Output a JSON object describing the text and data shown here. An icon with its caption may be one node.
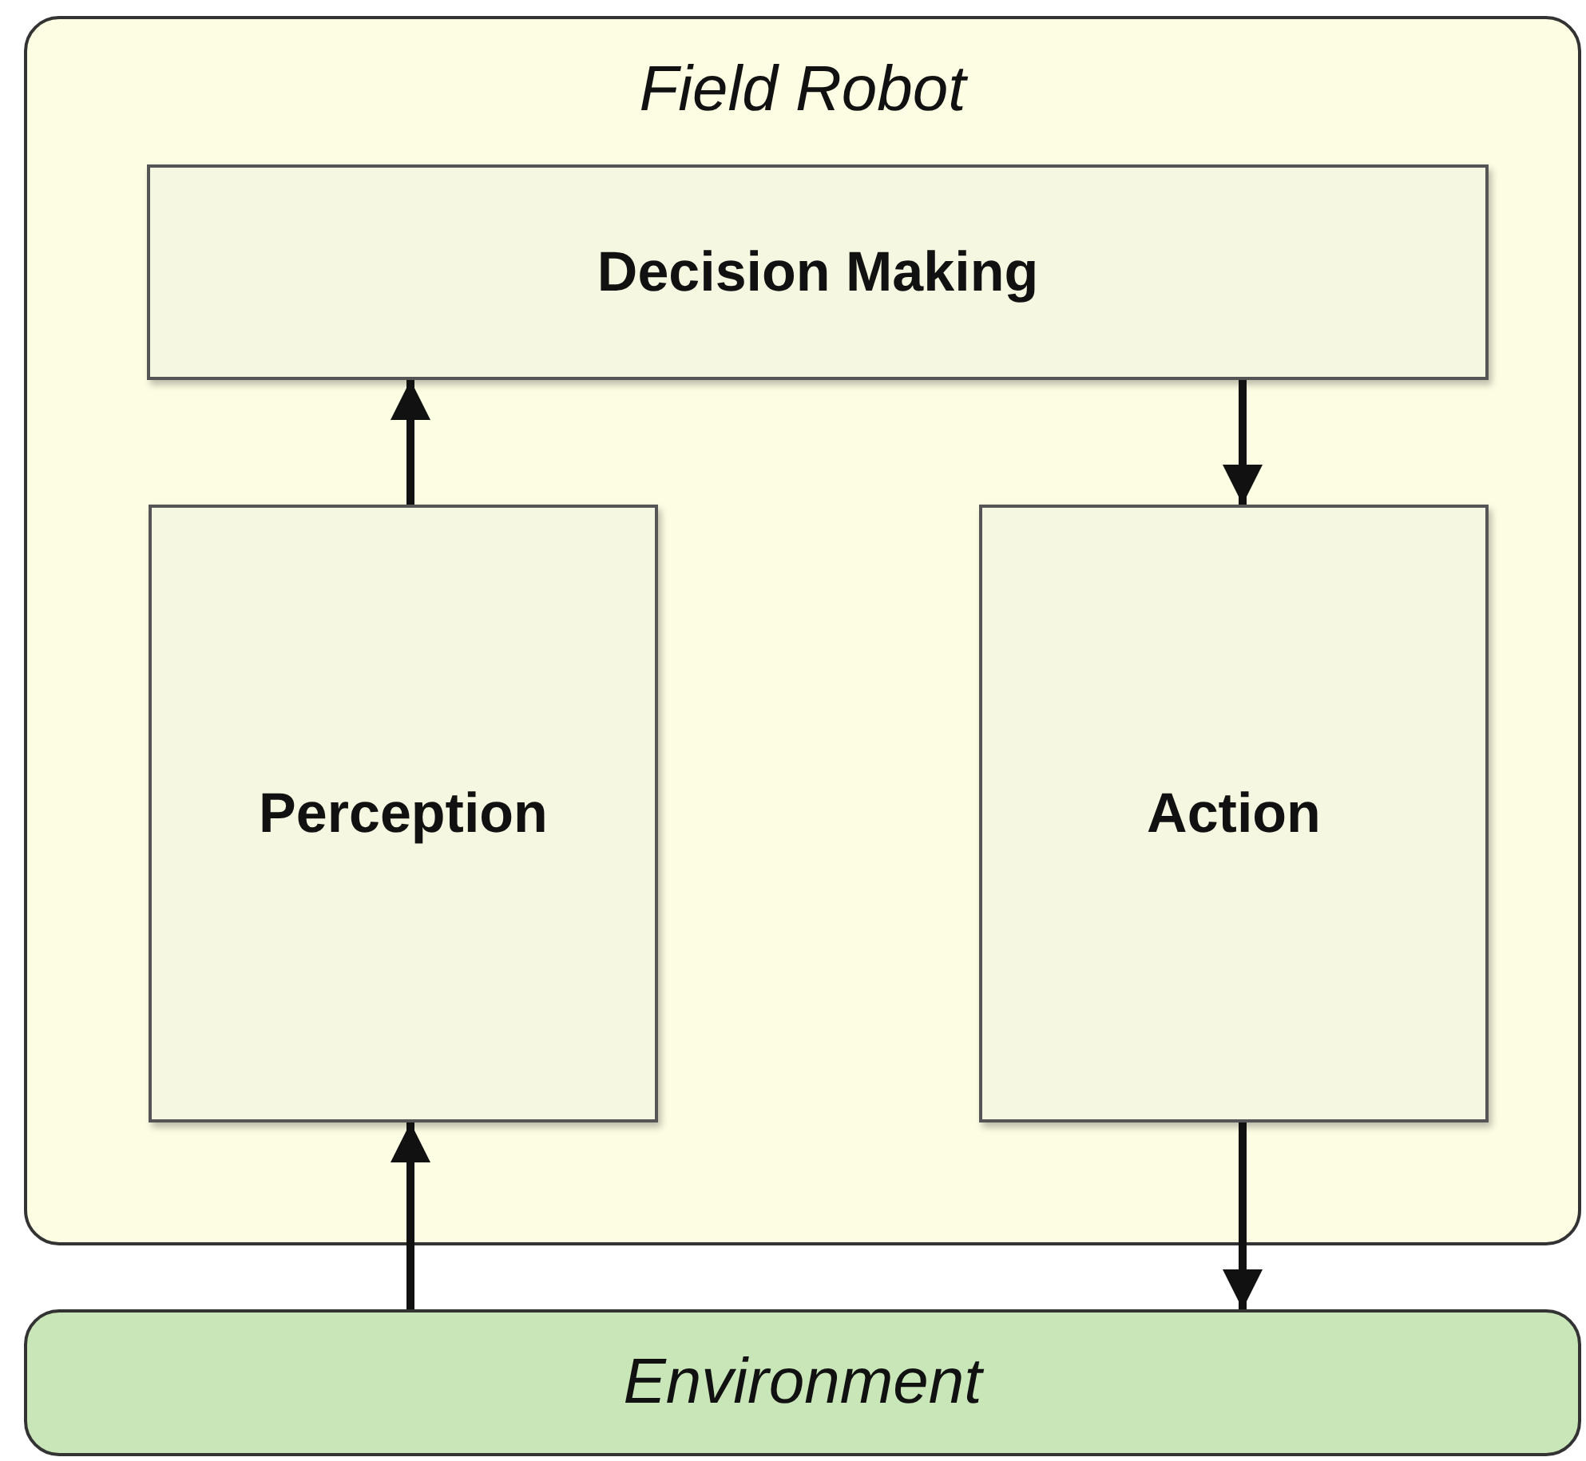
{
  "diagram": {
    "nodes": [
      {
        "text": [
          "Field Robot"
        ]
      },
      {
        "text": [
          "Decision Making"
        ],
        "in": 0
      },
      {
        "text": [
          "Perception"
        ],
        "in": 0
      },
      {
        "text": [
          "Action"
        ],
        "in": 0
      },
      {
        "text": [
          "Environment"
        ]
      }
    ],
    "edges": [
      {
        "from": 2,
        "to": 1,
        "arrow": "to"
      },
      {
        "from": 1,
        "to": 3,
        "arrow": "to"
      },
      {
        "from": 4,
        "to": 2,
        "arrow": "to"
      },
      {
        "from": 3,
        "to": 4,
        "arrow": "to"
      }
    ]
  }
}
